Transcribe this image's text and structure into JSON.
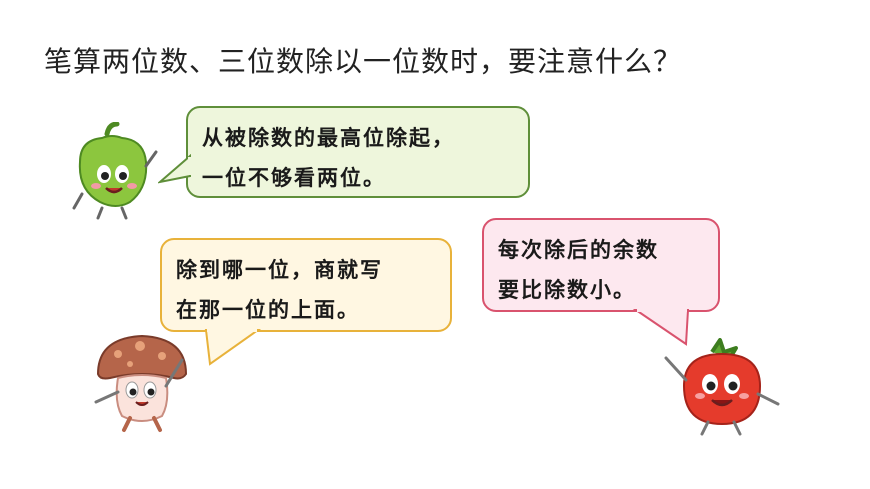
{
  "question": "笔算两位数、三位数除以一位数时，要注意什么？",
  "bubbles": [
    {
      "line1": "从被除数的最高位除起，",
      "line2": "一位不够看两位。"
    },
    {
      "line1": "除到哪一位，商就写",
      "line2": "在那一位的上面。"
    },
    {
      "line1": "每次除后的余数",
      "line2": "要比除数小。"
    }
  ],
  "colors": {
    "bubble1_fill": "#eef6dc",
    "bubble1_border": "#5f8f3a",
    "bubble2_fill": "#fff7e2",
    "bubble2_border": "#e8b23a",
    "bubble3_fill": "#fde8ef",
    "bubble3_border": "#d9536e"
  },
  "characters": [
    "green-pepper-icon",
    "mushroom-icon",
    "tomato-icon"
  ]
}
